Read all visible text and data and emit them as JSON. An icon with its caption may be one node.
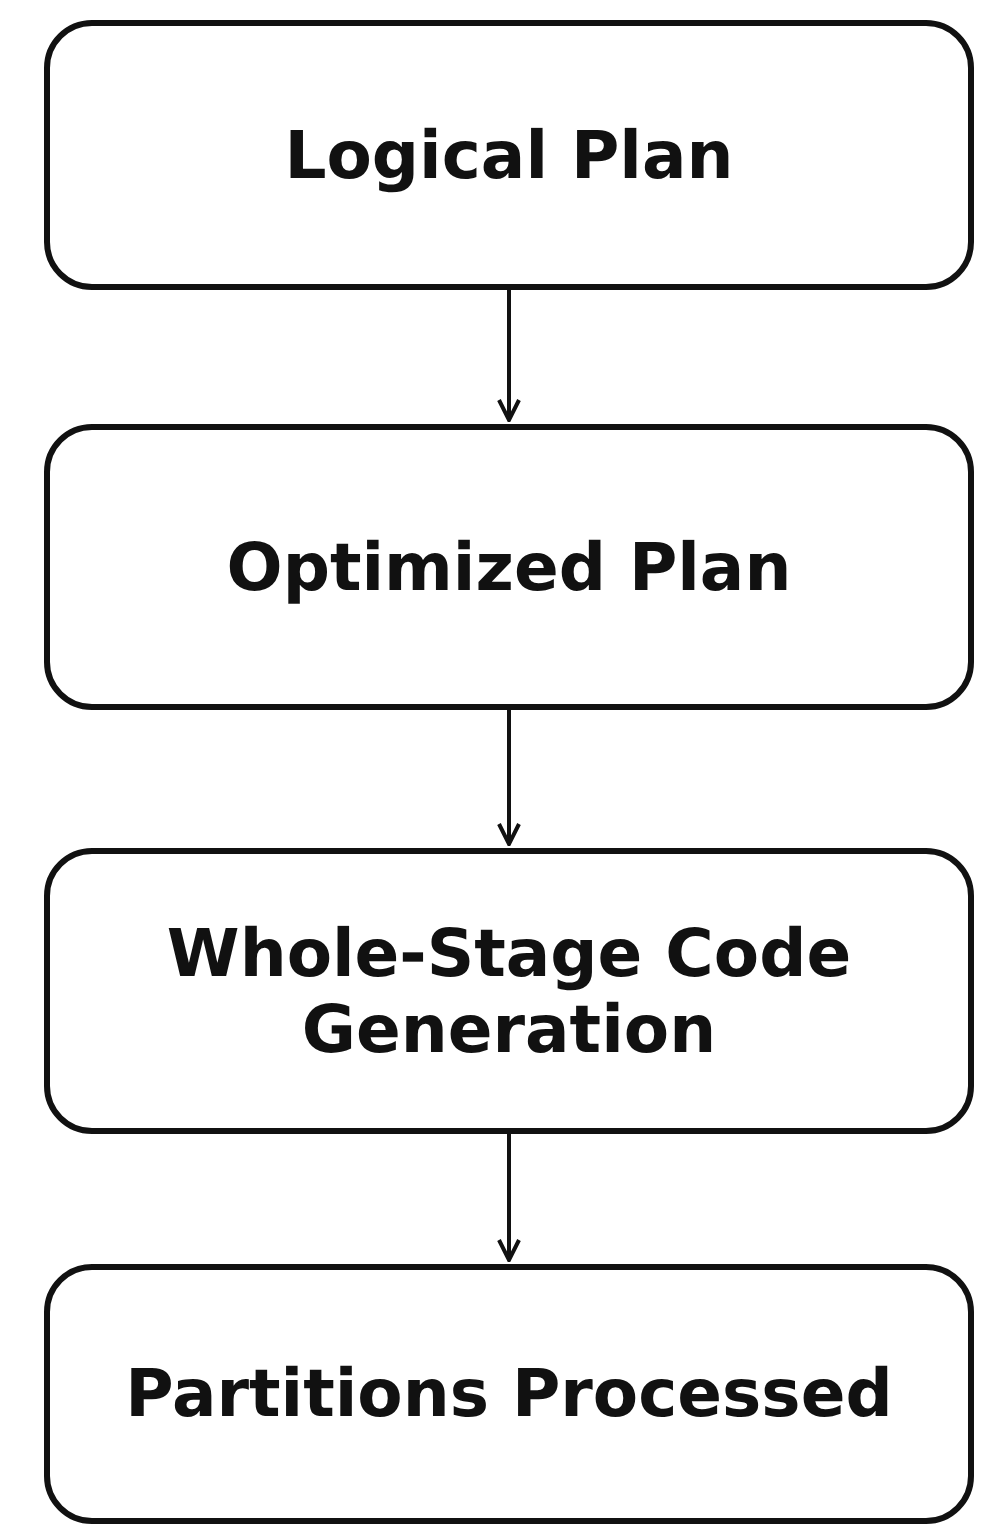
{
  "diagram": {
    "nodes": [
      {
        "text": [
          "Logical Plan"
        ]
      },
      {
        "text": [
          "Optimized Plan"
        ]
      },
      {
        "text": [
          "Whole-Stage Code Generation"
        ]
      },
      {
        "text": [
          "Partitions Processed"
        ]
      }
    ],
    "edges": [
      {
        "from": 0,
        "to": 1,
        "arrow": "to"
      },
      {
        "from": 1,
        "to": 2,
        "arrow": "to"
      },
      {
        "from": 2,
        "to": 3,
        "arrow": "to"
      }
    ]
  }
}
